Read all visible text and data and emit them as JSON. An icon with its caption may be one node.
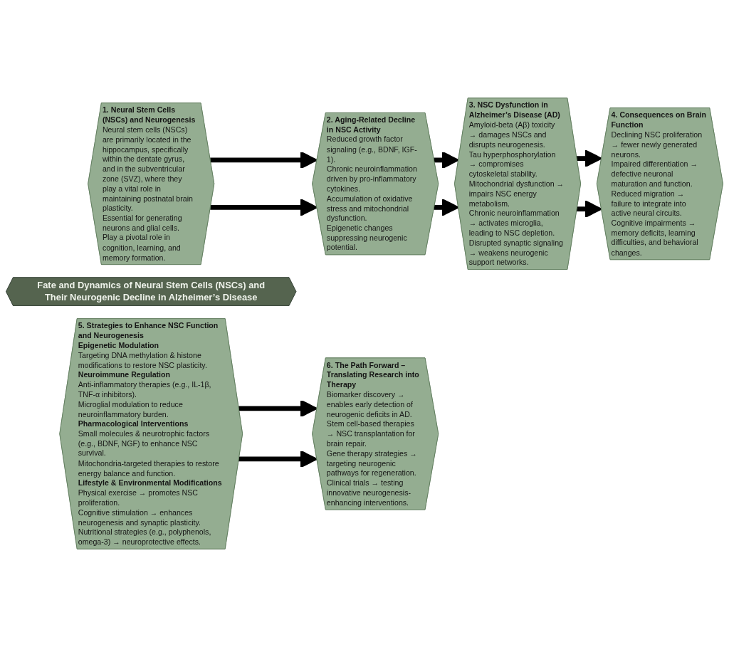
{
  "diagram": {
    "nodes": [
      {
        "text": [
          "1. Neural Stem Cells (NSCs) and Neurogenesis",
          "Neural stem cells (NSCs) are primarily located in the hippocampus, specifically within the dentate gyrus, and in the subventricular zone (SVZ), where they play a vital role in maintaining postnatal brain plasticity.",
          "Essential for generating neurons and glial cells.",
          "Play a pivotal role in cognition, learning, and memory formation."
        ]
      },
      {
        "text": [
          "2. Aging-Related Decline in NSC Activity",
          "Reduced growth factor signaling (e.g., BDNF, IGF-1).",
          "Chronic neuroinflammation driven by pro-inflammatory cytokines.",
          "Accumulation of oxidative stress and mitochondrial dysfunction.",
          "Epigenetic changes suppressing neurogenic potential."
        ]
      },
      {
        "text": [
          "3. NSC Dysfunction in Alzheimer’s Disease (AD)",
          "Amyloid-beta (Aβ) toxicity → damages NSCs and disrupts neurogenesis.",
          "Tau hyperphosphorylation → compromises cytoskeletal stability.",
          "Mitochondrial dysfunction → impairs NSC energy metabolism.",
          "Chronic neuroinflammation → activates microglia, leading to NSC depletion.",
          "Disrupted synaptic signaling → weakens neurogenic support networks."
        ]
      },
      {
        "text": [
          "4. Consequences on Brain Function",
          "Declining NSC proliferation → fewer newly generated neurons.",
          "Impaired differentiation → defective neuronal maturation and function.",
          "Reduced migration → failure to integrate into active neural circuits.",
          "Cognitive impairments → memory deficits, learning difficulties, and behavioral changes."
        ]
      },
      {
        "text": [
          "Fate and Dynamics of Neural Stem Cells (NSCs) and Their Neurogenic Decline in Alzheimer’s Disease"
        ]
      },
      {
        "text": [
          "5. Strategies to Enhance NSC Function and Neurogenesis",
          "Epigenetic Modulation",
          "Targeting DNA methylation & histone modifications to restore NSC plasticity.",
          "Neuroimmune Regulation",
          "Anti-inflammatory therapies (e.g., IL-1β, TNF-α inhibitors).",
          "Microglial modulation to reduce neuroinflammatory burden.",
          "Pharmacological Interventions",
          "Small molecules & neurotrophic factors (e.g., BDNF, NGF) to enhance NSC survival.",
          "Mitochondria-targeted therapies to restore energy balance and function.",
          "Lifestyle & Environmental Modifications",
          "Physical exercise → promotes NSC proliferation.",
          "Cognitive stimulation → enhances neurogenesis and synaptic plasticity.",
          "Nutritional strategies (e.g., polyphenols, omega-3) → neuroprotective effects."
        ]
      },
      {
        "text": [
          "6. The Path Forward – Translating Research into Therapy",
          "Biomarker discovery → enables early detection of neurogenic deficits in AD.",
          "Stem cell-based therapies → NSC transplantation for brain repair.",
          "Gene therapy strategies → targeting neurogenic pathways for regeneration.",
          "Clinical trials → testing innovative neurogenesis-enhancing interventions."
        ]
      }
    ],
    "edges": [
      {
        "from": 0,
        "to": 1,
        "arrow": "to"
      },
      {
        "from": 0,
        "to": 1,
        "arrow": "to"
      },
      {
        "from": 1,
        "to": 2,
        "arrow": "to"
      },
      {
        "from": 1,
        "to": 2,
        "arrow": "to"
      },
      {
        "from": 2,
        "to": 3,
        "arrow": "to"
      },
      {
        "from": 2,
        "to": 3,
        "arrow": "to"
      },
      {
        "from": 5,
        "to": 6,
        "arrow": "to"
      },
      {
        "from": 5,
        "to": 6,
        "arrow": "to"
      }
    ]
  }
}
